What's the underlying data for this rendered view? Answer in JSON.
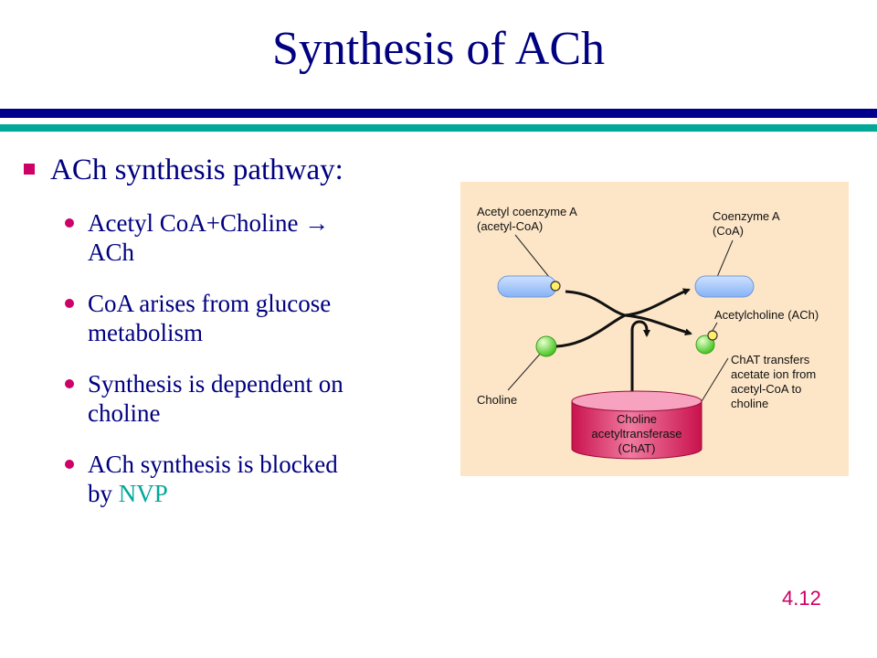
{
  "slide": {
    "title": "Synthesis of ACh",
    "bullet": "ACh synthesis pathway:",
    "subbullets": [
      {
        "line1": "Acetyl CoA+Choline →",
        "line2": "ACh"
      },
      {
        "line1": "CoA arises from glucose",
        "line2": "metabolism"
      },
      {
        "line1": "Synthesis is dependent on",
        "line2": "choline"
      },
      {
        "line1": "ACh synthesis is blocked",
        "line2_prefix": "by ",
        "line2_highlight": "NVP"
      }
    ],
    "page_number": "4.12"
  },
  "figure": {
    "labels": {
      "acetyl_coa_1": "Acetyl coenzyme A",
      "acetyl_coa_2": "(acetyl-CoA)",
      "coa_1": "Coenzyme A",
      "coa_2": "(CoA)",
      "ach": "Acetylcholine (ACh)",
      "chat_note_1": "ChAT transfers",
      "chat_note_2": "acetate ion from",
      "chat_note_3": "acetyl-CoA to",
      "chat_note_4": "choline",
      "choline": "Choline",
      "enzyme_1": "Choline",
      "enzyme_2": "acetyltransferase",
      "enzyme_3": "(ChAT)"
    },
    "colors": {
      "background": "#fde6c8",
      "coa_capsule": "#9ec5ff",
      "acetyl_ion": "#ffee66",
      "choline_ball": "#66dd44",
      "enzyme": "#e0406f"
    }
  }
}
